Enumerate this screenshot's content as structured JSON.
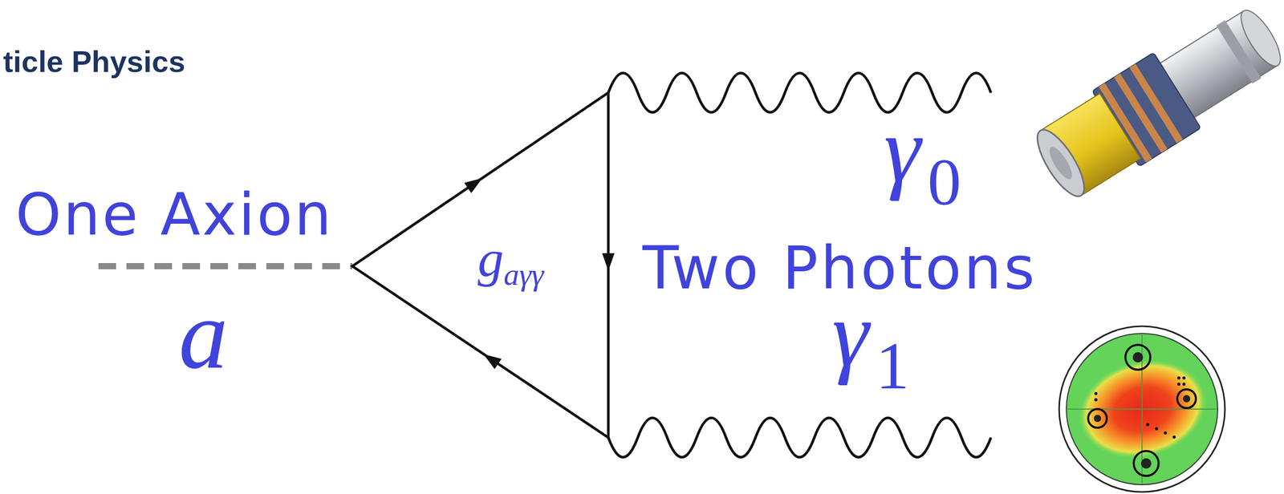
{
  "diagram": {
    "labels": [
      "ticle Physics",
      "One Axion",
      "a",
      "g",
      "aγγ",
      "Two Photons",
      "γ",
      "0",
      "γ",
      "1"
    ]
  }
}
